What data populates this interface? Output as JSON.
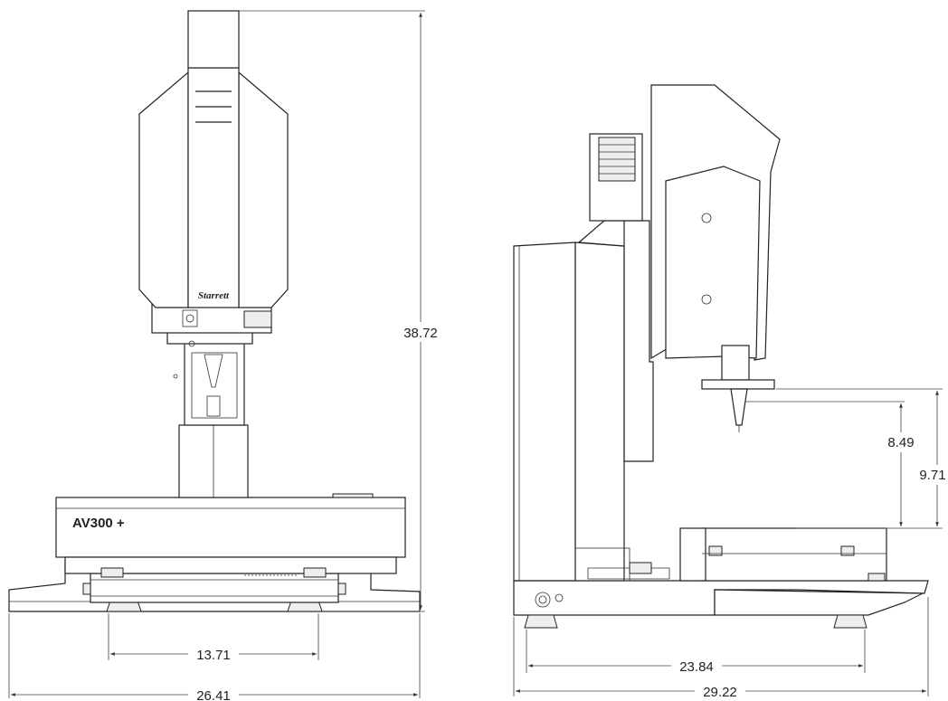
{
  "brand_label": "Starrett",
  "model_label": "AV300 +",
  "front_view": {
    "height_dim": "38.72",
    "feet_spacing_dim": "13.71",
    "overall_width_dim": "26.41"
  },
  "side_view": {
    "probe_clearance_dim": "8.49",
    "stage_clearance_dim": "9.71",
    "feet_spacing_dim": "23.84",
    "overall_depth_dim": "29.22"
  }
}
